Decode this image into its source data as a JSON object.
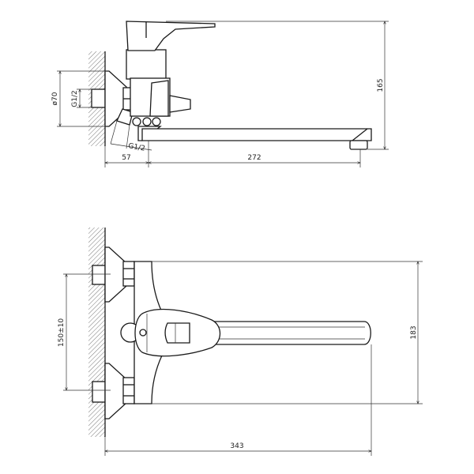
{
  "drawing": {
    "side_view": {
      "dimensions": {
        "height": "165",
        "wall_offset": "57",
        "spout_reach": "272",
        "flange_diameter": "ø70",
        "thread_inlet": "G1/2",
        "thread_outlet": "G1/2"
      }
    },
    "top_view": {
      "dimensions": {
        "center_distance": "150±10",
        "body_width": "183",
        "total_reach": "343"
      }
    }
  }
}
